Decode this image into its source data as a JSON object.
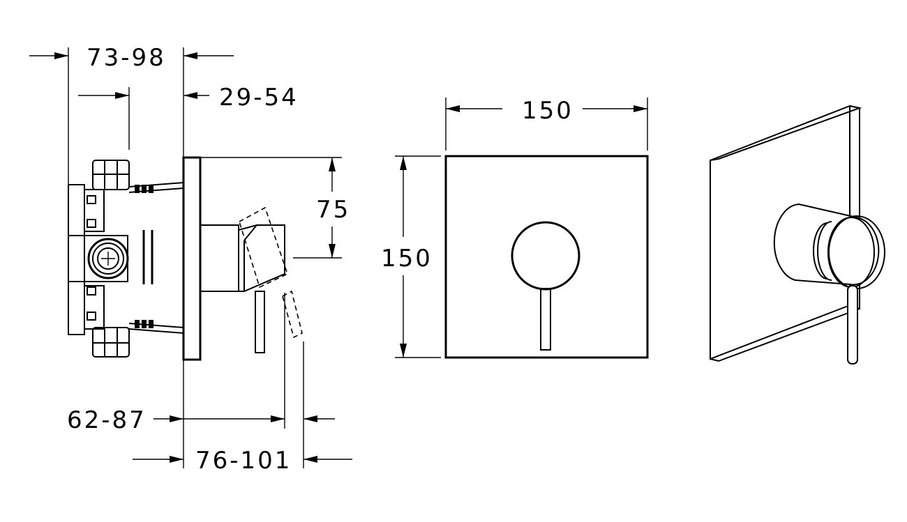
{
  "dimensions": {
    "side_top_outer": "73-98",
    "side_top_inner": "29-54",
    "side_height": "75",
    "side_bottom_inner": "62-87",
    "side_bottom_outer": "76-101",
    "front_width": "150",
    "front_height": "150"
  }
}
